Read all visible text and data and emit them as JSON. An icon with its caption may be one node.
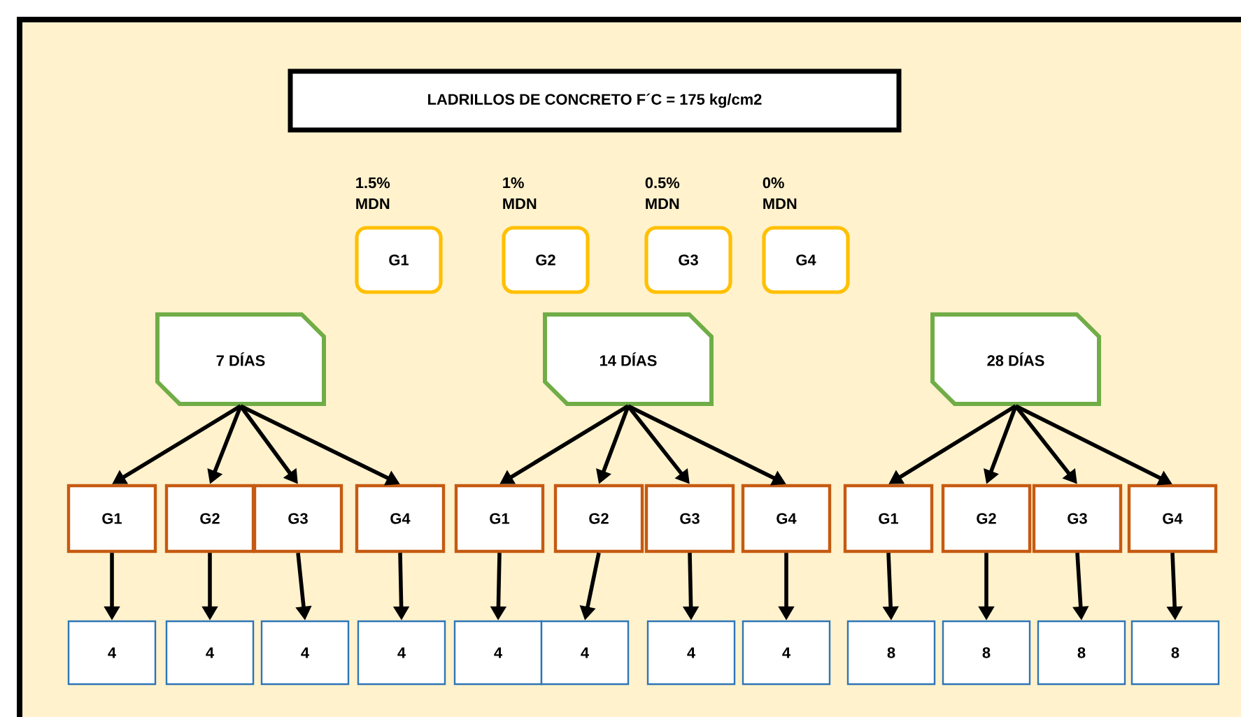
{
  "diagram": {
    "nodes": [
      {
        "text": [
          "LADRILLOS DE CONCRETO F´C = 175 kg/cm2"
        ]
      },
      {
        "text": [
          "G1"
        ],
        "beside": [
          "1.5% MDN"
        ]
      },
      {
        "text": [
          "G2"
        ],
        "beside": [
          "1% MDN"
        ]
      },
      {
        "text": [
          "G3"
        ],
        "beside": [
          "0.5% MDN"
        ]
      },
      {
        "text": [
          "G4"
        ],
        "beside": [
          "0% MDN"
        ]
      },
      {
        "text": [
          "7 DÍAS"
        ]
      },
      {
        "text": [
          "14 DÍAS"
        ]
      },
      {
        "text": [
          "28 DÍAS"
        ]
      },
      {
        "text": [
          "G1"
        ]
      },
      {
        "text": [
          "G2"
        ]
      },
      {
        "text": [
          "G3"
        ]
      },
      {
        "text": [
          "G4"
        ]
      },
      {
        "text": [
          "G1"
        ]
      },
      {
        "text": [
          "G2"
        ]
      },
      {
        "text": [
          "G3"
        ]
      },
      {
        "text": [
          "G4"
        ]
      },
      {
        "text": [
          "G1"
        ]
      },
      {
        "text": [
          "G2"
        ]
      },
      {
        "text": [
          "G3"
        ]
      },
      {
        "text": [
          "G4"
        ]
      },
      {
        "text": [
          "4"
        ]
      },
      {
        "text": [
          "4"
        ]
      },
      {
        "text": [
          "4"
        ]
      },
      {
        "text": [
          "4"
        ]
      },
      {
        "text": [
          "4"
        ]
      },
      {
        "text": [
          "4"
        ]
      },
      {
        "text": [
          "4"
        ]
      },
      {
        "text": [
          "4"
        ]
      },
      {
        "text": [
          "8"
        ]
      },
      {
        "text": [
          "8"
        ]
      },
      {
        "text": [
          "8"
        ]
      },
      {
        "text": [
          "8"
        ]
      }
    ],
    "edges": [
      {
        "from": 5,
        "to": 8,
        "arrow": "to"
      },
      {
        "from": 5,
        "to": 9,
        "arrow": "to"
      },
      {
        "from": 5,
        "to": 10,
        "arrow": "to"
      },
      {
        "from": 5,
        "to": 11,
        "arrow": "to"
      },
      {
        "from": 6,
        "to": 12,
        "arrow": "to"
      },
      {
        "from": 6,
        "to": 13,
        "arrow": "to"
      },
      {
        "from": 6,
        "to": 14,
        "arrow": "to"
      },
      {
        "from": 6,
        "to": 15,
        "arrow": "to"
      },
      {
        "from": 7,
        "to": 16,
        "arrow": "to"
      },
      {
        "from": 7,
        "to": 17,
        "arrow": "to"
      },
      {
        "from": 7,
        "to": 18,
        "arrow": "to"
      },
      {
        "from": 7,
        "to": 19,
        "arrow": "to"
      },
      {
        "from": 8,
        "to": 20,
        "arrow": "to"
      },
      {
        "from": 9,
        "to": 21,
        "arrow": "to"
      },
      {
        "from": 10,
        "to": 22,
        "arrow": "to"
      },
      {
        "from": 11,
        "to": 23,
        "arrow": "to"
      },
      {
        "from": 12,
        "to": 24,
        "arrow": "to"
      },
      {
        "from": 13,
        "to": 25,
        "arrow": "to"
      },
      {
        "from": 14,
        "to": 26,
        "arrow": "to"
      },
      {
        "from": 15,
        "to": 27,
        "arrow": "to"
      },
      {
        "from": 16,
        "to": 28,
        "arrow": "to"
      },
      {
        "from": 17,
        "to": 29,
        "arrow": "to"
      },
      {
        "from": 18,
        "to": 30,
        "arrow": "to"
      },
      {
        "from": 19,
        "to": 31,
        "arrow": "to"
      }
    ]
  }
}
